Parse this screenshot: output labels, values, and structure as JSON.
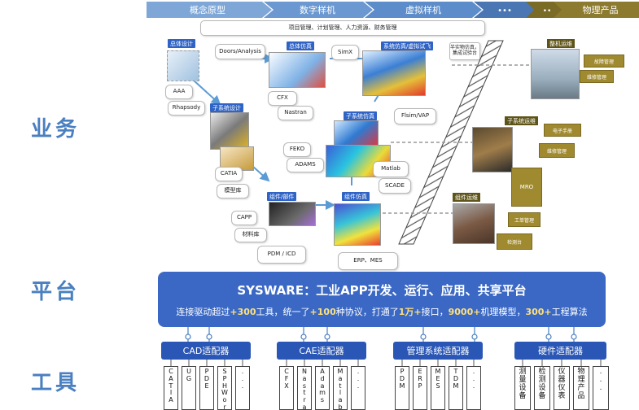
{
  "side_labels": {
    "business": "业务",
    "platform": "平台",
    "tools": "工具"
  },
  "lifecycle": [
    "概念原型",
    "数字样机",
    "虚拟样机",
    "物理产品"
  ],
  "top_mgmt": "项目管理、计划管理、人力资源、财务管理",
  "boxes": {
    "doors": "Doors/Analysis",
    "simx": "SimX",
    "aaa": "AAA",
    "rhapsody": "Rhapsody",
    "cfx": "CFX",
    "nastran": "Nastran",
    "flsim": "Flsim/VAP",
    "feko": "FEKO",
    "adams": "ADAMS",
    "matlab": "Matlab",
    "catia": "CATIA",
    "model_lib": "模型库",
    "scade": "SCADE",
    "capp": "CAPP",
    "material_lib": "材料库",
    "pdm": "PDM / ICD",
    "erp": "ERP、MES",
    "semi": "半实物仿真，集成试验台"
  },
  "blue_tags": {
    "overall_design": "总体设计",
    "overall_sim": "总体仿真",
    "sys_sim": "系统仿真/虚拟试飞",
    "subsys_design": "子系统设计",
    "subsys_sim": "子系统仿真",
    "component": "组件/部件",
    "component_sim": "组件仿真"
  },
  "ops": {
    "whole": "整机运维",
    "subsys": "子系统运维",
    "component": "组件运维",
    "fault": "故障管理",
    "maint": "维修管理",
    "manual": "电子手册",
    "repair": "维修管理",
    "mro": "MRO",
    "workorder": "工单管理",
    "test_platform": "检测台"
  },
  "platform": {
    "title": "SYSWARE：工业APP开发、运行、应用、共享平台",
    "sub_a": "连接驱动超过",
    "sub_b": "+300",
    "sub_c": "工具，统一了",
    "sub_d": "+100",
    "sub_e": "种协议，打通了",
    "sub_f": "1万+",
    "sub_g": "接口，",
    "sub_h": "9000+",
    "sub_i": "机理模型，",
    "sub_j": "300+",
    "sub_k": "工程算法"
  },
  "adapters": [
    "CAD适配器",
    "CAE适配器",
    "管理系统适配器",
    "硬件适配器"
  ],
  "tools": {
    "cad": [
      "CATIA",
      "UG",
      "PDE",
      "SPHWorks",
      "..."
    ],
    "cae": [
      "CFX",
      "Nastran",
      "Adams",
      "Matlab",
      "..."
    ],
    "mgmt": [
      "PDM",
      "ERP",
      "MES",
      "TDM",
      "..."
    ],
    "hw": [
      "测量设备",
      "检测设备",
      "仪器仪表",
      "物理产品",
      "..."
    ]
  },
  "colors": {
    "blue": "#2f63c5",
    "platform": "#3a68c4",
    "gold": "#a08a2f",
    "olive": "#5e5418",
    "side": "#4a7fc0"
  }
}
